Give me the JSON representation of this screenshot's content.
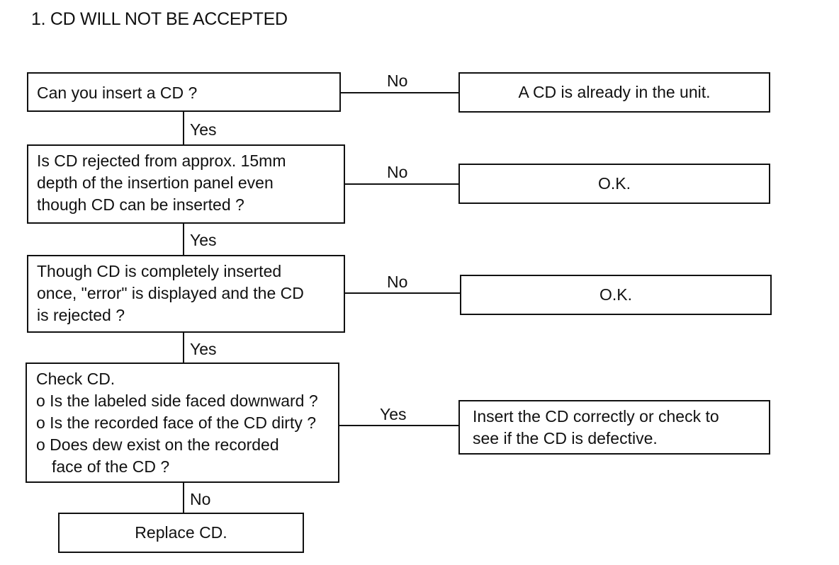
{
  "title": "1.  CD WILL NOT BE ACCEPTED",
  "steps": [
    {
      "question_lines": [
        "Can you insert a CD ?"
      ],
      "branch_label": "No",
      "result_lines": [
        "A CD is already in the unit."
      ],
      "next_label": "Yes"
    },
    {
      "question_lines": [
        "Is CD rejected from approx. 15mm",
        "depth of the insertion panel even",
        "though CD can be inserted ?"
      ],
      "branch_label": "No",
      "result_lines": [
        "O.K."
      ],
      "next_label": "Yes"
    },
    {
      "question_lines": [
        "Though CD is completely inserted",
        "once, \"error\" is displayed and the CD",
        "is rejected ?"
      ],
      "branch_label": "No",
      "result_lines": [
        "O.K."
      ],
      "next_label": "Yes"
    },
    {
      "question_lines": [
        "Check CD.",
        "o Is the labeled side faced downward ?",
        "o Is the recorded face of the CD dirty ?",
        "o Does dew exist on the recorded",
        "face of the CD ?"
      ],
      "branch_label": "Yes",
      "result_lines": [
        "Insert the CD correctly or check to",
        "see if the CD is defective."
      ],
      "next_label": "No"
    }
  ],
  "final": {
    "text": "Replace CD."
  }
}
